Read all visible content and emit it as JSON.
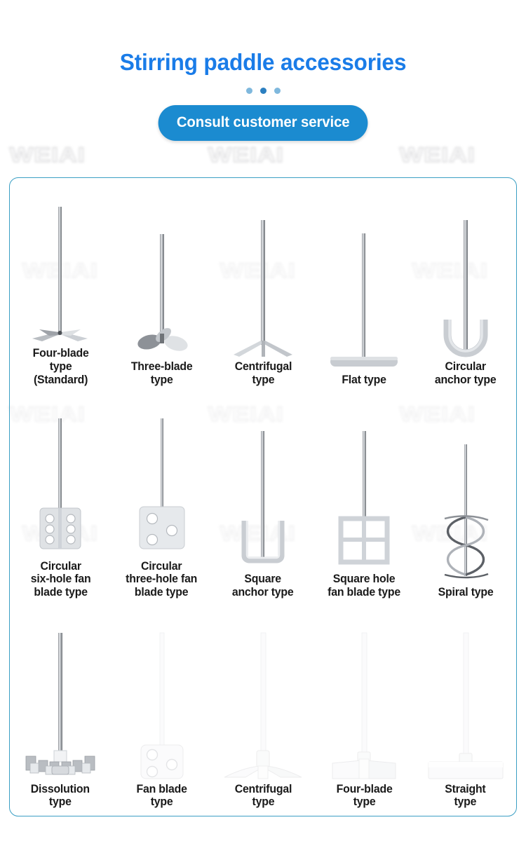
{
  "header": {
    "title": "Stirring paddle accessories",
    "cta_label": "Consult customer service",
    "title_color": "#1a7ce8",
    "cta_color": "#1b8bd0",
    "dots": [
      "dot",
      "dot",
      "dot"
    ]
  },
  "watermark": {
    "text": "WEIAI"
  },
  "panel": {
    "border_color": "#3b9fc4"
  },
  "products": {
    "rows": [
      {
        "items": [
          {
            "label": "Four-blade\ntype\n(Standard)",
            "icon": "four-blade-paddle-icon",
            "finish": "steel"
          },
          {
            "label": "Three-blade\ntype",
            "icon": "three-blade-propeller-icon",
            "finish": "steel"
          },
          {
            "label": "Centrifugal\ntype",
            "icon": "centrifugal-tripod-icon",
            "finish": "steel"
          },
          {
            "label": "Flat type",
            "icon": "flat-bar-paddle-icon",
            "finish": "steel"
          },
          {
            "label": "Circular\nanchor type",
            "icon": "circular-anchor-icon",
            "finish": "steel"
          }
        ]
      },
      {
        "items": [
          {
            "label": "Circular\nsix-hole fan\nblade type",
            "icon": "six-hole-fan-blade-icon",
            "finish": "steel"
          },
          {
            "label": "Circular\nthree-hole fan\nblade type",
            "icon": "three-hole-fan-blade-icon",
            "finish": "steel"
          },
          {
            "label": "Square\nanchor type",
            "icon": "square-anchor-icon",
            "finish": "steel"
          },
          {
            "label": "Square hole\nfan blade type",
            "icon": "square-hole-fan-blade-icon",
            "finish": "steel"
          },
          {
            "label": "Spiral type",
            "icon": "spiral-helix-icon",
            "finish": "steel"
          }
        ]
      },
      {
        "items": [
          {
            "label": "Dissolution\ntype",
            "icon": "dissolution-disc-icon",
            "finish": "steel"
          },
          {
            "label": "Fan blade\ntype",
            "icon": "ptfe-fan-blade-icon",
            "finish": "ptfe"
          },
          {
            "label": "Centrifugal\ntype",
            "icon": "ptfe-centrifugal-icon",
            "finish": "ptfe"
          },
          {
            "label": "Four-blade\ntype",
            "icon": "ptfe-four-blade-icon",
            "finish": "ptfe"
          },
          {
            "label": "Straight\ntype",
            "icon": "ptfe-straight-bar-icon",
            "finish": "ptfe"
          }
        ]
      }
    ]
  }
}
